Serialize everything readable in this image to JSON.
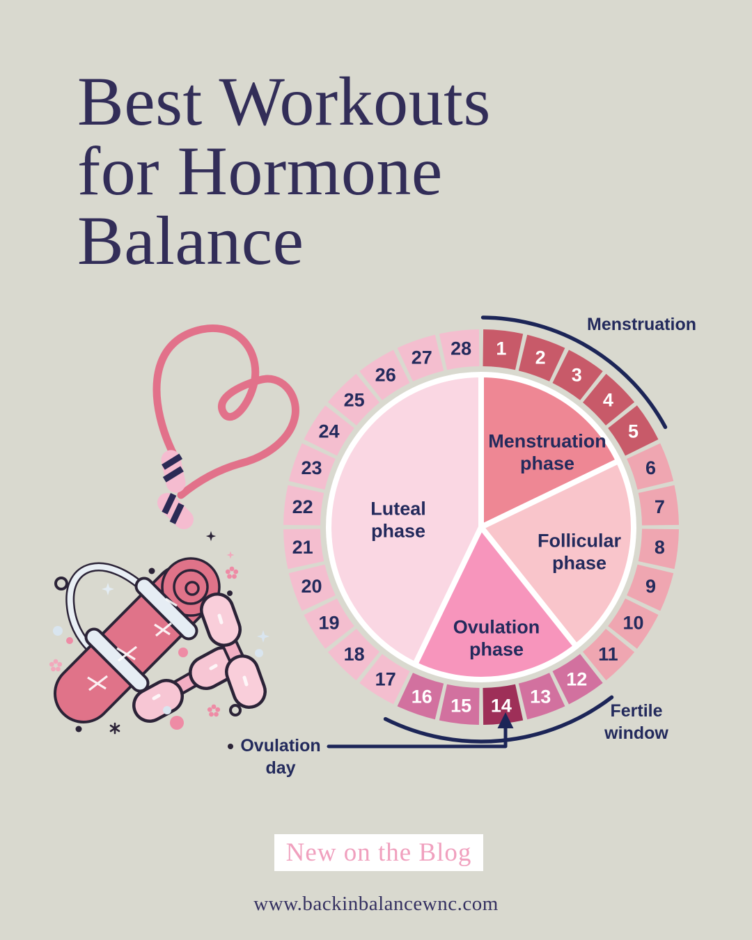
{
  "page": {
    "background": "#D9D9CF",
    "title_lines": [
      "Best Workouts",
      "for Hormone",
      "Balance"
    ],
    "title_color": "#322D58",
    "badge": {
      "label": "New on the Blog",
      "bg": "#FFFFFF",
      "text_color": "#F0A0BE"
    },
    "website": "www.backinbalancewnc.com",
    "website_color": "#343060"
  },
  "chart_data": {
    "type": "pie",
    "title": "",
    "days_total": 28,
    "label_color": "#232A5C",
    "annotation_color": "#1C2557",
    "separator_color": "#FFFFFF",
    "days": [
      {
        "n": 1,
        "fill": "#C85A69",
        "num_color": "#FFFFFF"
      },
      {
        "n": 2,
        "fill": "#C85A69",
        "num_color": "#FFFFFF"
      },
      {
        "n": 3,
        "fill": "#C85A69",
        "num_color": "#FFFFFF"
      },
      {
        "n": 4,
        "fill": "#C85A69",
        "num_color": "#FFFFFF"
      },
      {
        "n": 5,
        "fill": "#C85A69",
        "num_color": "#FFFFFF"
      },
      {
        "n": 6,
        "fill": "#EFA6B1",
        "num_color": "#232A5C"
      },
      {
        "n": 7,
        "fill": "#EFA6B1",
        "num_color": "#232A5C"
      },
      {
        "n": 8,
        "fill": "#EFA6B1",
        "num_color": "#232A5C"
      },
      {
        "n": 9,
        "fill": "#EFA6B1",
        "num_color": "#232A5C"
      },
      {
        "n": 10,
        "fill": "#EFA6B1",
        "num_color": "#232A5C"
      },
      {
        "n": 11,
        "fill": "#EFA6B1",
        "num_color": "#232A5C"
      },
      {
        "n": 12,
        "fill": "#D2719F",
        "num_color": "#FFFFFF"
      },
      {
        "n": 13,
        "fill": "#D2719F",
        "num_color": "#FFFFFF"
      },
      {
        "n": 14,
        "fill": "#9E2F58",
        "num_color": "#FFFFFF"
      },
      {
        "n": 15,
        "fill": "#D2719F",
        "num_color": "#FFFFFF"
      },
      {
        "n": 16,
        "fill": "#D2719F",
        "num_color": "#FFFFFF"
      },
      {
        "n": 17,
        "fill": "#F4BECF",
        "num_color": "#232A5C"
      },
      {
        "n": 18,
        "fill": "#F4BECF",
        "num_color": "#232A5C"
      },
      {
        "n": 19,
        "fill": "#F4BECF",
        "num_color": "#232A5C"
      },
      {
        "n": 20,
        "fill": "#F4BECF",
        "num_color": "#232A5C"
      },
      {
        "n": 21,
        "fill": "#F4BECF",
        "num_color": "#232A5C"
      },
      {
        "n": 22,
        "fill": "#F4BECF",
        "num_color": "#232A5C"
      },
      {
        "n": 23,
        "fill": "#F4BECF",
        "num_color": "#232A5C"
      },
      {
        "n": 24,
        "fill": "#F4BECF",
        "num_color": "#232A5C"
      },
      {
        "n": 25,
        "fill": "#F4BECF",
        "num_color": "#232A5C"
      },
      {
        "n": 26,
        "fill": "#F4BECF",
        "num_color": "#232A5C"
      },
      {
        "n": 27,
        "fill": "#F4BECF",
        "num_color": "#232A5C"
      },
      {
        "n": 28,
        "fill": "#F4BECF",
        "num_color": "#232A5C"
      }
    ],
    "phases": [
      {
        "label": "Menstruation phase",
        "day_range": [
          1,
          5
        ],
        "color": "#EE8794"
      },
      {
        "label": "Follicular phase",
        "day_range": [
          6,
          11
        ],
        "color": "#F9C5CB"
      },
      {
        "label": "Ovulation phase",
        "day_range": [
          12,
          16
        ],
        "color": "#F795BC"
      },
      {
        "label": "Luteal phase",
        "day_range": [
          17,
          28
        ],
        "color": "#FAD7E3"
      }
    ],
    "annotations": [
      {
        "label": "Menstruation",
        "type": "arc",
        "day_range": [
          1,
          5
        ]
      },
      {
        "label": "Fertile window",
        "type": "arc",
        "day_range": [
          12,
          16
        ]
      },
      {
        "label": "Ovulation day",
        "type": "arrow",
        "points_to_day": 14
      }
    ]
  },
  "illustrations": {
    "items": [
      "jump-rope",
      "rolled-yoga-mat",
      "dumbbells",
      "sparkles-and-dots"
    ],
    "rope_color": "#E2718A",
    "handle_color": "#F5BCD0",
    "mat_color": "#E07389",
    "strap_color": "#E6EDF4",
    "dumbbell_color": "#F5B8CA",
    "outline_color": "#2B2337",
    "sparkle_pink": "#EE8BA5",
    "sparkle_blue": "#D9E5EF"
  }
}
